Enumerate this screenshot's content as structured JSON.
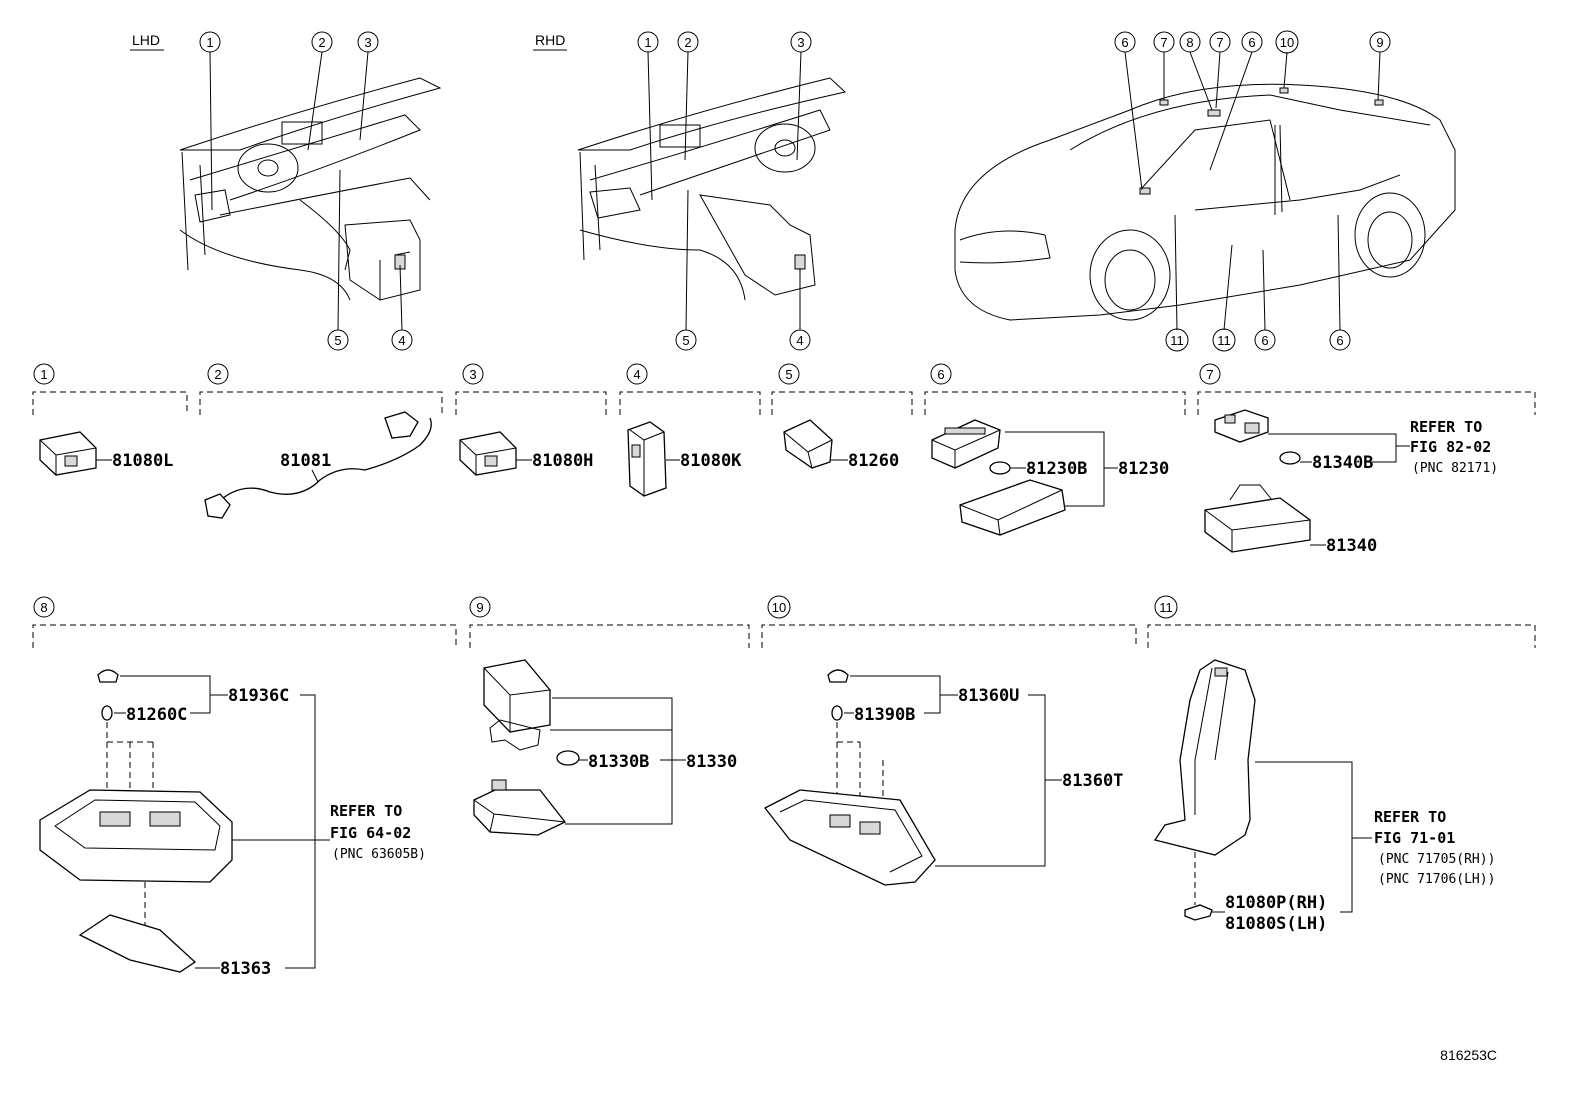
{
  "labels": {
    "lhd": "LHD",
    "rhd": "RHD",
    "catalog_number": "816253C"
  },
  "callouts": [
    "1",
    "2",
    "3",
    "4",
    "5",
    "6",
    "7",
    "8",
    "9",
    "10",
    "11"
  ],
  "parts": {
    "p81080L": "81080L",
    "p81081": "81081",
    "p81080H": "81080H",
    "p81080K": "81080K",
    "p81260": "81260",
    "p81230B": "81230B",
    "p81230": "81230",
    "p81340B": "81340B",
    "p81340": "81340",
    "p81936C": "81936C",
    "p81260C": "81260C",
    "p81363": "81363",
    "p81330B": "81330B",
    "p81330": "81330",
    "p81360U": "81360U",
    "p81390B": "81390B",
    "p81360T": "81360T",
    "p81080P": "81080P(RH)",
    "p81080S": "81080S(LH)"
  },
  "references": {
    "ref7": {
      "line1": "REFER TO",
      "line2": "FIG 82-02",
      "line3": "(PNC 82171)"
    },
    "ref8": {
      "line1": "REFER TO",
      "line2": "FIG 64-02",
      "line3": "(PNC 63605B)"
    },
    "ref11": {
      "line1": "REFER TO",
      "line2": "FIG 71-01",
      "line3": "(PNC 71705(RH))",
      "line4": "(PNC 71706(LH))"
    }
  }
}
